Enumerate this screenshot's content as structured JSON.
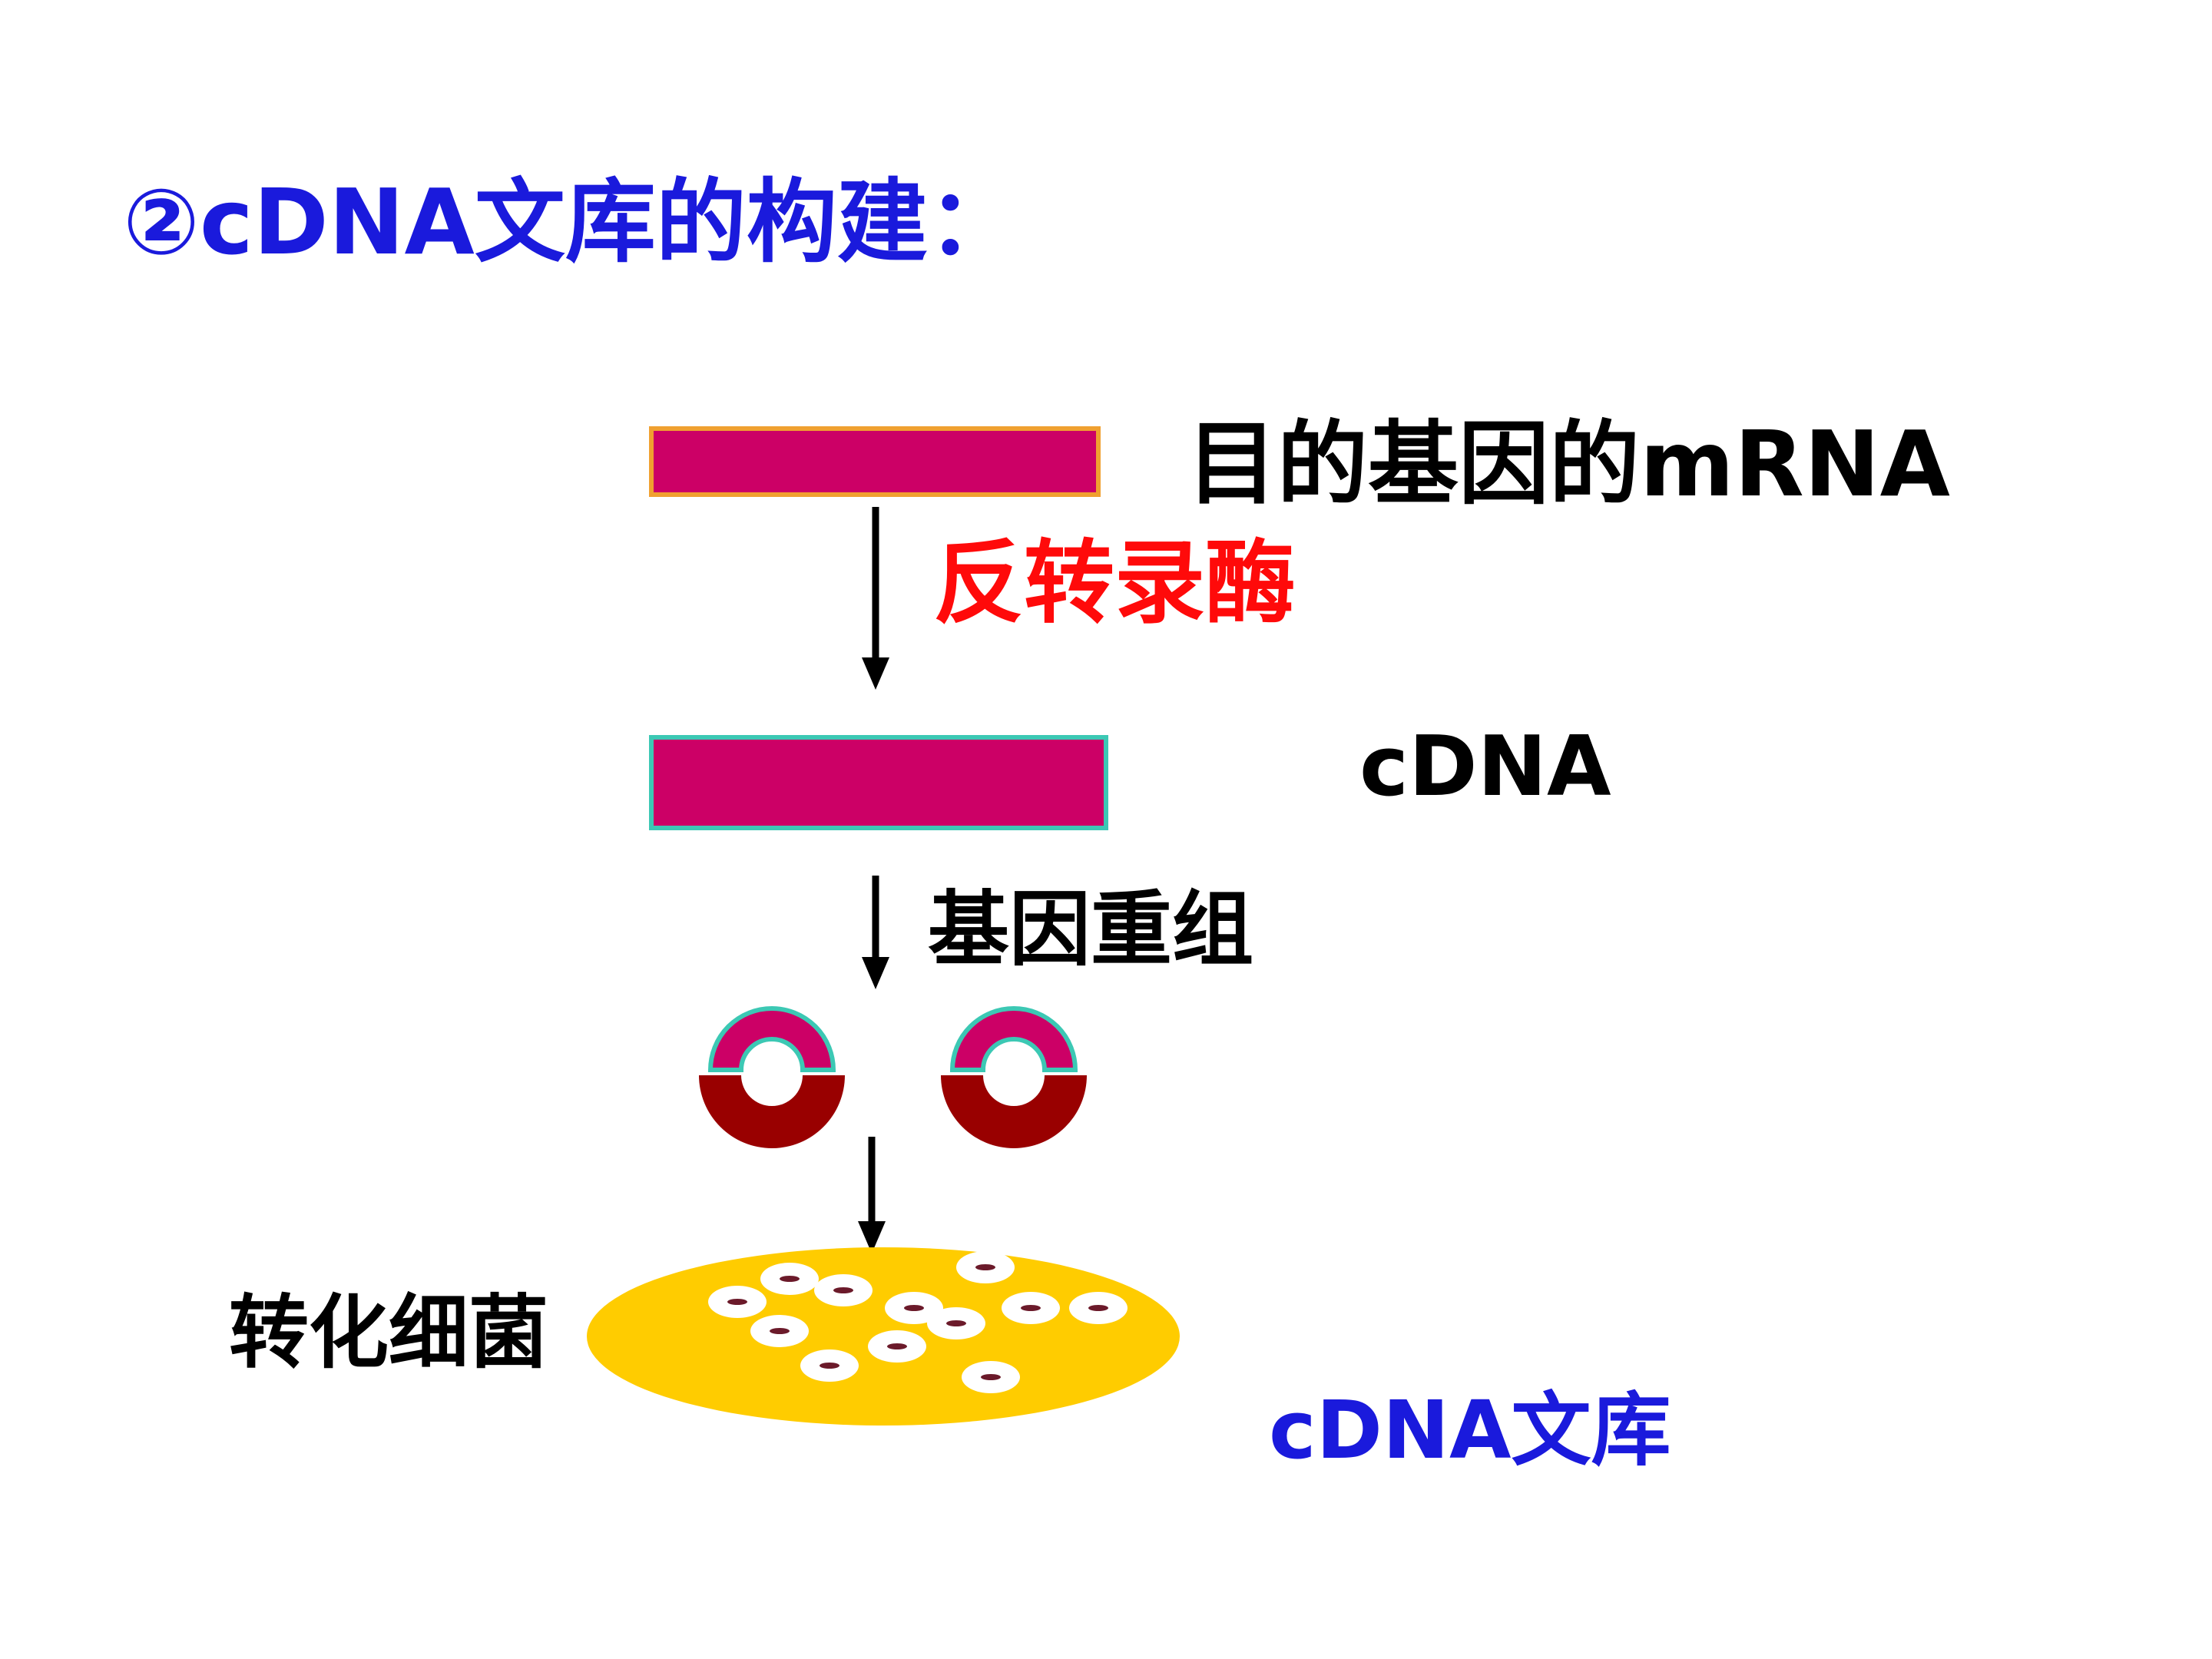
{
  "slide": {
    "title": "②cDNA文库的构建："
  },
  "diagram": {
    "mrna_label": "目的基因的mRNA",
    "enzyme_label": "反转录酶",
    "cdna_label": "cDNA",
    "recombination_label": "基因重组",
    "transformation_label": "转化细菌",
    "library_label": "cDNA文库"
  },
  "colors": {
    "title_blue": "#1a1adc",
    "enzyme_red": "#ff0a0a",
    "strand_magenta": "#cc0066",
    "mrna_border_orange": "#f0a030",
    "cdna_border_teal": "#3cc8b4",
    "plasmid_dark_red": "#990000",
    "plate_yellow": "#ffcc00",
    "colony_dot": "#6b1a2a"
  },
  "icons": {
    "arrow": "down-arrow-icon",
    "plasmid": "plasmid-ring-icon",
    "colony": "bacterial-colony-icon"
  }
}
